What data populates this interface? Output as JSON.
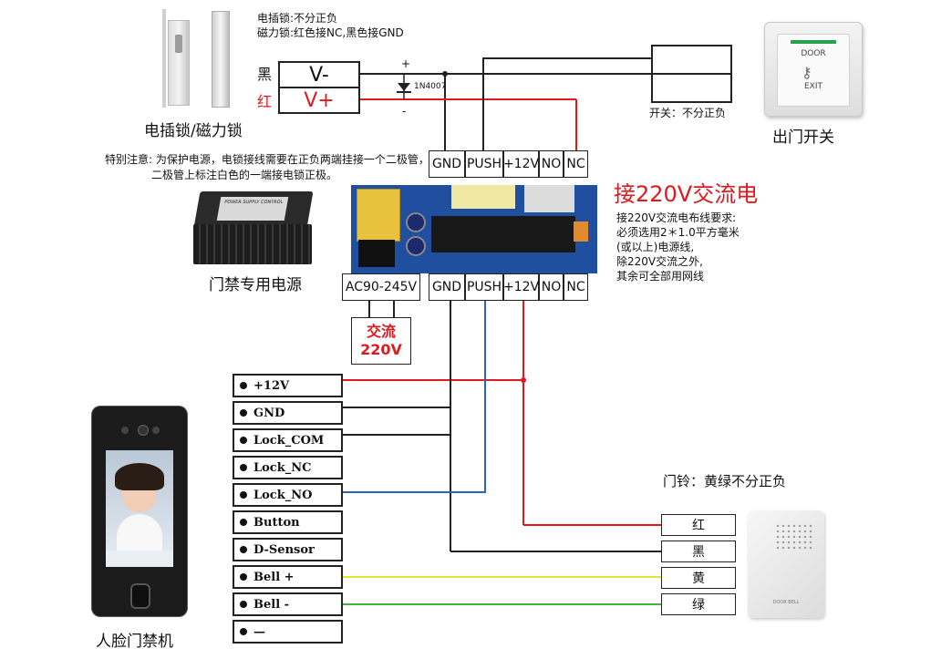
{
  "lock": {
    "note_line1": "电插锁:不分正负",
    "note_line2": "磁力锁:红色接NC,黑色接GND",
    "caption": "电插锁/磁力锁",
    "black_label": "黑",
    "red_label": "红",
    "vminus": "V-",
    "vplus": "V+",
    "plus_sign": "+",
    "minus_sign": "-",
    "diode_label": "1N4007"
  },
  "warning": {
    "line1": "特别注意: 为保护电源，电锁接线需要在正负两端挂接一个二极管，",
    "line2": "二极管上标注白色的一端接电锁正极。"
  },
  "exit_switch": {
    "note": "开关：不分正负",
    "caption": "出门开关",
    "text_door": "DOOR",
    "text_exit": "EXIT"
  },
  "psu": {
    "caption": "门禁专用电源",
    "label_title": "POWER SUPPLY CONTROL",
    "ac_label": "AC90-245V",
    "ac_note_line1": "交流",
    "ac_note_line2": "220V"
  },
  "terminals": [
    "GND",
    "PUSH",
    "+12V",
    "NO",
    "NC"
  ],
  "ac_info": {
    "title": "接220V交流电",
    "line1": "接220V交流电布线要求:",
    "line2": "必须选用2＊1.0平方毫米",
    "line3": "(或以上)电源线,",
    "line4": "除220V交流之外,",
    "line5": "其余可全部用网线"
  },
  "device": {
    "caption": "人脸门禁机",
    "pins": [
      "+12V",
      "GND",
      "Lock_COM",
      "Lock_NC",
      "Lock_NO",
      "Button",
      "D-Sensor",
      "Bell +",
      "Bell -",
      "—"
    ]
  },
  "bell": {
    "note": "门铃：黄绿不分正负",
    "wires": [
      "红",
      "黑",
      "黄",
      "绿"
    ],
    "brand": "DOOR BELL"
  },
  "colors": {
    "red_wire": "#e0191f",
    "blue_wire": "#2a63c7",
    "yellow_wire": "#e8e23a",
    "green_wire": "#3fb43f",
    "black_wire": "#222222"
  }
}
